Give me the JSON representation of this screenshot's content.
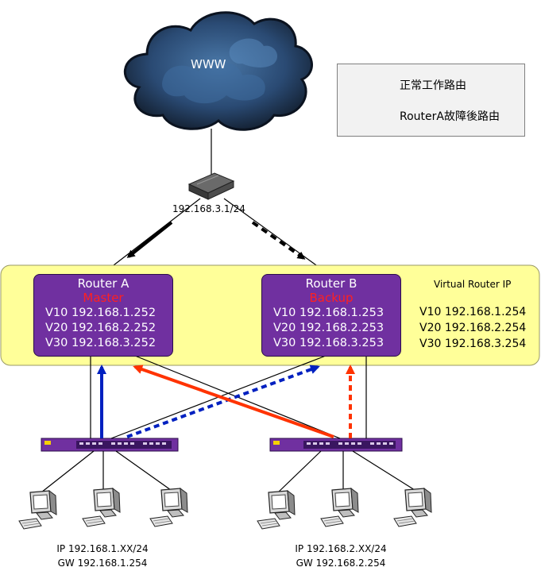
{
  "cloud": {
    "label": "WWW"
  },
  "legend": {
    "normal_route": "正常工作路由",
    "failover_route": "RouterA故障後路由"
  },
  "gateway": {
    "ip": "192.168.3.1/24"
  },
  "router_a": {
    "name": "Router A",
    "role": "Master",
    "vlans": [
      "V10 192.168.1.252",
      "V20 192.168.2.252",
      "V30 192.168.3.252"
    ]
  },
  "router_b": {
    "name": "Router B",
    "role": "Backup",
    "vlans": [
      "V10 192.168.1.253",
      "V20 192.168.2.253",
      "V30 192.168.3.253"
    ]
  },
  "virtual_router": {
    "title": "Virtual Router IP",
    "vlans": [
      "V10 192.168.1.254",
      "V20 192.168.2.254",
      "V30 192.168.3.254"
    ]
  },
  "networks": [
    {
      "ip": "IP 192.168.1.XX/24",
      "gw": "GW 192.168.1.254"
    },
    {
      "ip": "IP 192.168.2.XX/24",
      "gw": "GW 192.168.2.254"
    }
  ],
  "colors": {
    "router_fill": "#7030a0",
    "virtual_area": "#ffff99",
    "master_text": "#ff2020",
    "blue_path": "#0020c0",
    "red_path": "#ff3300",
    "cloud": "#2a4a73"
  }
}
